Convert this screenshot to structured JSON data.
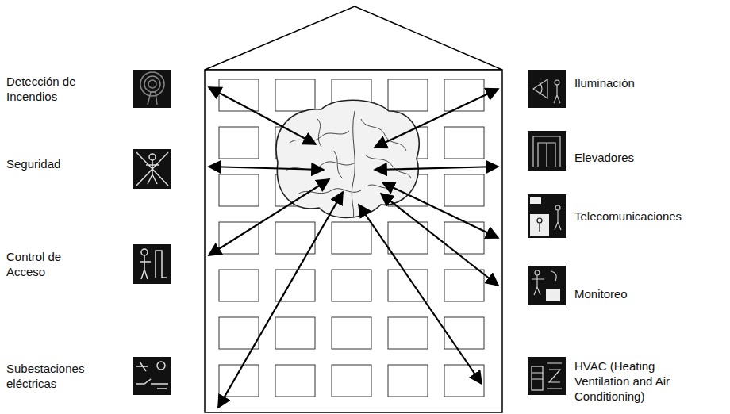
{
  "diagram": {
    "labels": [
      "Detección de Incendios",
      "Seguridad",
      "Control de Acceso",
      "Subestaciones eléctricas",
      "Iluminación",
      "Elevadores",
      "Telecomunicaciones",
      "Monitoreo",
      "HVAC (Heating Ventilation and Air Conditioning)"
    ]
  }
}
